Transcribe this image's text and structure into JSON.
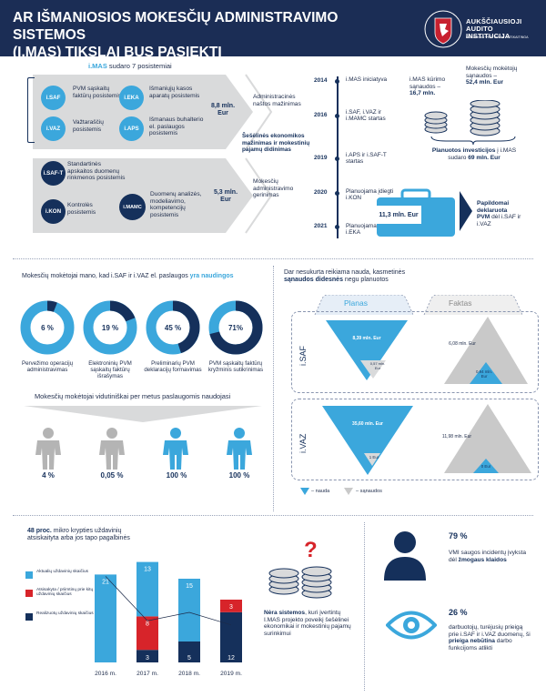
{
  "header": {
    "title_line1": "AR IŠMANIOSIOS MOKESČIŲ ADMINISTRAVIMO SISTEMOS",
    "title_line2": "(I.MAS) TIKSLAI BUS PASIEKTI",
    "logo_line1": "AUKŠČIAUSIOJI",
    "logo_line2": "AUDITO INSTITUCIJA",
    "logo_sub": "NAUJINGA • VERTINAMA • ATSKAITINGA"
  },
  "imas": {
    "heading_name": "i.MAS",
    "heading_rest": " sudaro 7 posistemiai",
    "group1": {
      "items": [
        {
          "code": "i.SAF",
          "desc": "PVM sąskaitų faktūrų posistemis"
        },
        {
          "code": "i.EKA",
          "desc": "Išmaniųjų kasos aparatų posistemis"
        },
        {
          "code": "i.VAZ",
          "desc": "Važtaraščių posistemis"
        },
        {
          "code": "i.APS",
          "desc": "Išmanaus buhalterio el. paslaugos posistemis"
        }
      ],
      "amount": "8,8 mln. Eur",
      "result": "Administracinės naštos mažinimas"
    },
    "middle_note": "Šešėlinės ekonomikos mažinimas ir mokestinių pajamų didinimas",
    "group2": {
      "items": [
        {
          "code": "i.SAF-T",
          "desc": "Standartinės apskaitos duomenų rinkmenos posistemis"
        },
        {
          "code": "i.KON",
          "desc": "Kontrolės posistemis"
        },
        {
          "code": "i.MAMC",
          "desc": "Duomenų analizės, modeliavimo, kompetencijų posistemis"
        }
      ],
      "amount": "5,3 mln. Eur",
      "result": "Mokesčių administravimo gerinimas"
    }
  },
  "timeline": [
    {
      "year": "2014",
      "text": "i.MAS iniciatyva"
    },
    {
      "year": "2016",
      "text": "i.SAF, i.VAZ ir i.MAMC startas"
    },
    {
      "year": "2019",
      "text": "i.APS ir i.SAF-T startas"
    },
    {
      "year": "2020",
      "text": "Planuojama įdiegti i.KON"
    },
    {
      "year": "2021",
      "text": "Planuojama įdiegti i.EKA"
    }
  ],
  "costs": {
    "creation_label": "i.MAS kūrimo sąnaudos –",
    "creation_value": "16,7 mln.",
    "payers_label": "Mokesčių mokėtojų sąnaudos –",
    "payers_value": "52,4 mln. Eur",
    "investments_bold": "Planuotos investicijos",
    "investments_rest": " į i.MAS sudaro ",
    "investments_value": "69 mln. Eur",
    "briefcase_amount": "11,3 mln. Eur",
    "declared_line1": "Papildomai",
    "declared_line2": "deklaruota",
    "declared_bold": "PVM",
    "declared_rest": " dėl i.SAF ir i.VAZ"
  },
  "useful": {
    "heading_plain": "Mokesčių mokėtojai mano, kad i.SAF ir i.VAZ el. paslaugos ",
    "heading_accent": "yra naudingos",
    "donuts": [
      {
        "pct": "6 %",
        "value": 6,
        "label": "Pervežimo operacijų administravimas"
      },
      {
        "pct": "19 %",
        "value": 19,
        "label": "Elektroninių PVM sąskaitų faktūrų išrašymas"
      },
      {
        "pct": "45 %",
        "value": 45,
        "label": "Preliminarių PVM deklaracijų formavimas"
      },
      {
        "pct": "71%",
        "value": 71,
        "label": "PVM sąskaitų faktūrų kryžminis sutikrinimas"
      }
    ],
    "persons_heading": "Mokesčių mokėtojai vidutiniškai per metus paslaugomis naudojasi",
    "persons": [
      {
        "pct": "4 %",
        "color": "#b4b4b4"
      },
      {
        "pct": "0,05 %",
        "color": "#b4b4b4"
      },
      {
        "pct": "100 %",
        "color": "#3ba7dc"
      },
      {
        "pct": "100 %",
        "color": "#3ba7dc"
      }
    ]
  },
  "plan_fact": {
    "heading_plain": "Dar nesukurta reikiama nauda, kasmetinės ",
    "heading_bold": "sąnaudos didesnės",
    "heading_rest": " negu planuotos",
    "col_plan": "Planas",
    "col_fact": "Faktas",
    "rows": [
      {
        "label": "i.SAF",
        "plan_benefit": "8,39 mln. Eur",
        "plan_cost": "0,57 mln. Eur",
        "fact_cost": "6,08 mln. Eur",
        "fact_benefit": "0,94 mln. Eur"
      },
      {
        "label": "i.VAZ",
        "plan_benefit": "35,60 mln. Eur",
        "plan_cost": "1 Eur",
        "fact_cost": "11,98 mln. Eur",
        "fact_benefit": "0 Eur"
      }
    ],
    "legend_benefit": "– nauda",
    "legend_cost": "– sąnaudos"
  },
  "tasks": {
    "heading_bold": "48 proc.",
    "heading_rest": " mikro krypties uždavinių atsiskaityta arba jos tapo pagalbinės",
    "legend": [
      {
        "label": "Aktualių uždavinių skaičius",
        "color": "#3ba7dc"
      },
      {
        "label": "Atsisakyta / priimtinų prie kitų uždavinių skaičius",
        "color": "#d7242a"
      },
      {
        "label": "Realizuotų uždavinių skaičius",
        "color": "#15305b"
      }
    ]
  },
  "chart_data": {
    "type": "bar",
    "categories": [
      "2016 m.",
      "2017 m.",
      "2018 m.",
      "2019 m."
    ],
    "series": [
      {
        "values": [
          21,
          13,
          15,
          0
        ]
      },
      {
        "values": [
          0,
          8,
          0,
          3
        ]
      },
      {
        "values": [
          0,
          3,
          5,
          12
        ]
      }
    ],
    "line_values": [
      21,
      13,
      15,
      12
    ]
  },
  "nera": {
    "bold": "Nėra sistemos",
    "rest": ", kuri įvertintų I.MAS projekto poveikį šešėlinei ekonomikai ir mokestinių pajamų surinkimui"
  },
  "stats": [
    {
      "pct": "79 %",
      "plain": "VMI saugos incidentų įvyksta dėl ",
      "bold": "žmogaus klaidos",
      "tail": ""
    },
    {
      "pct": "26 %",
      "plain": "darbuotojų, turėjusių prieigą prie i.SAF ir i.VAZ duomenų, ši ",
      "bold": "prieiga nebūtina",
      "tail": " darbo funkcijoms atlikti"
    }
  ]
}
